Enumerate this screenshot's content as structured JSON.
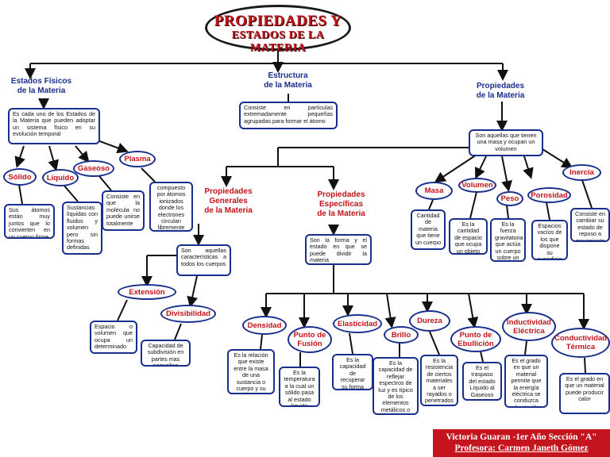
{
  "title": {
    "line1": "PROPIEDADES Y",
    "line2": "ESTADOS DE LA MATERIA"
  },
  "headers": {
    "estados": "Estados Físicos\nde la Materia",
    "estructura": "Estructura\nde la Materia",
    "propiedades": "Propiedades\nde la Materia",
    "generales": "Propiedades\nGenerales\nde la Materia",
    "especificas": "Propiedades\nEspecíficas\nde la Materia"
  },
  "texts": {
    "estados_def": "Es cada uno de los Estados de la Materia que pueden adoptar un sistema físico en su evolución temporal",
    "estructura_def": "Consiste en partículas extremadamente pequeñas agrupadas para formar el átomo",
    "propiedades_def": "Son aquellas que tienen una masa y ocupan un volumen",
    "solido": "Sus átomos están muy juntos que lo convierten en un cuerpo firme",
    "liquido": "Sustancias líquidas con fluidos y volumen pero sin formas definidas",
    "gaseoso": "Consiste en que la molécula no puede unirse totalmente",
    "plasma": "compuesto por átomos ionizados donde los electrones circulan libremente",
    "generales_def": "Son aquellas características a todos los cuerpos",
    "especificas_def": "Son la forma y el estado en que se puede dividir la materia",
    "extension": "Espacio o volumen que ocupa un determinado cuerpo",
    "divisibilidad": "Capacidad de subdivisión en partes mas pequeñas",
    "masa": "Cantidad de materia que tiene un cuerpo",
    "volumen": "Es la cantidad de espacio que ocupa un objeto",
    "peso": "Es la fuerza gravitatoria que actúa un cuerpo sobre un cuerpo",
    "porosidad": "Espacios vacíos de los que dispone su superficie o estructura",
    "inercia": "Consiste en cambiar su estado de reposo a movimiento",
    "densidad": "Es la relación que existe entre la masa de una sustancia o cuerpo y su volumen",
    "fusion": "Es la temperatura a la cual un sólido pasa al estado líquido",
    "elasticidad": "Es la capacidad de recuperar su forma original",
    "brillo": "Es la capacidad de reflejar espectros de luz y es típico de los elementos metálicos o minerales",
    "dureza": "Es la resistencia de ciertos materiales a ser rayados o penetrados",
    "ebullicion": "Es el traspaso del estado Líquido al Gaseoso",
    "inductividad": "Es el grado en que un material permite que la energía eléctrica se conduzca hasta él.",
    "conductividad": "Es el grado en que un material puede producir calor"
  },
  "labels": {
    "solido": "Sólido",
    "liquido": "Líquido",
    "gaseoso": "Gaseoso",
    "plasma": "Plasma",
    "extension": "Extensión",
    "divisibilidad": "Divisibilidad",
    "masa": "Masa",
    "volumen": "Volumen",
    "peso": "Peso",
    "porosidad": "Porosidad",
    "inercia": "Inercia",
    "densidad": "Densidad",
    "fusion": "Punto de\nFusión",
    "elasticidad": "Elasticidad",
    "brillo": "Brillo",
    "dureza": "Dureza",
    "ebullicion": "Punto de\nEbullición",
    "inductividad": "Inductividad\nEléctrica",
    "conductividad": "Conductividad\nTérmica"
  },
  "footer": {
    "line1": "Victoria Guaran -1er Año Sección \"A\"",
    "line2": "Profesora: Carmen Janeth Gómez"
  },
  "colors": {
    "accent": "#c0131a",
    "border": "#1a2e8c",
    "footer_bg": "#c4141d"
  }
}
